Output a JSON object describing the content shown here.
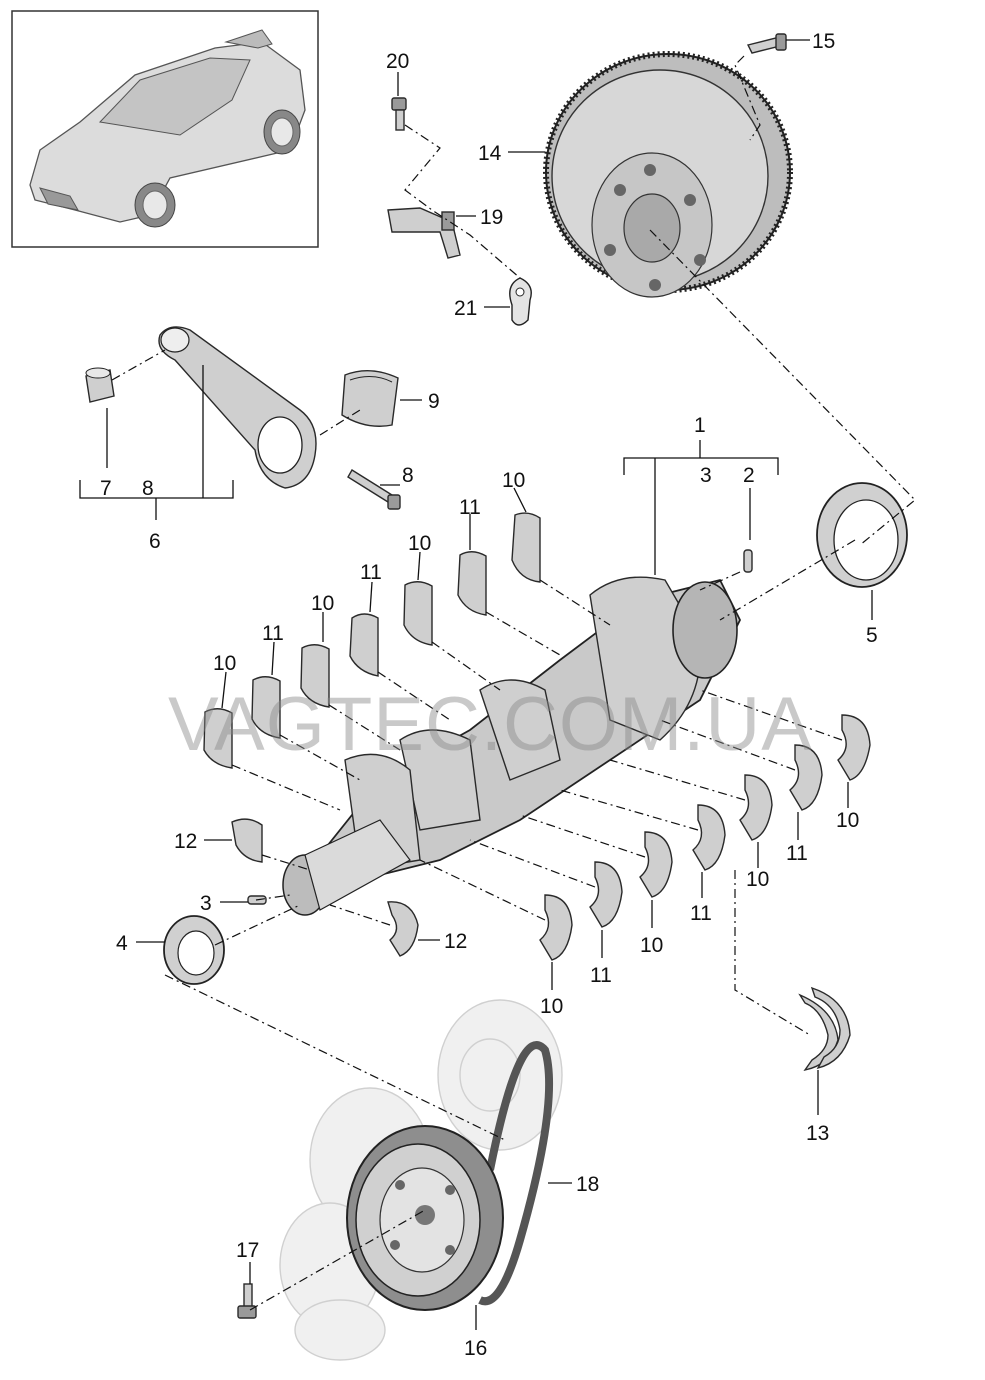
{
  "watermark": "VAGTEC.COM.UA",
  "thumbnail": {
    "vehicle_icon": "car-thumbnail-icon"
  },
  "callouts": {
    "c1": "1",
    "c2": "2",
    "c3_top": "3",
    "c3_left": "3",
    "c4": "4",
    "c5": "5",
    "c6": "6",
    "c7": "7",
    "c8_bracket": "8",
    "c8_bolt": "8",
    "c9": "9",
    "c10": "10",
    "c11": "11",
    "c12": "12",
    "c13": "13",
    "c14": "14",
    "c15": "15",
    "c16": "16",
    "c17": "17",
    "c18": "18",
    "c19": "19",
    "c20": "20",
    "c21": "21"
  },
  "parts": {
    "crankshaft": "crankshaft-icon",
    "flywheel": "flywheel-icon",
    "connecting_rod": "connecting-rod-icon",
    "pulley": "vibration-damper-icon",
    "belt": "drive-belt-icon",
    "thrust_washers": "thrust-washer-icon",
    "sensor": "speed-sensor-icon",
    "gasket": "gasket-icon"
  }
}
